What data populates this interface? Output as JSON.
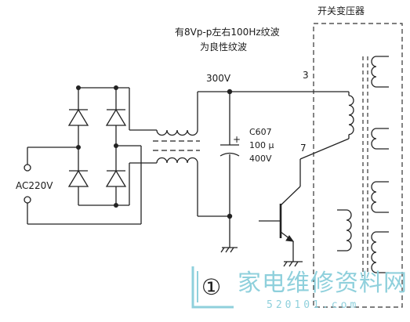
{
  "diagram": {
    "transformer_title": "开关变压器",
    "ripple_note_line1": "有8Vp-p左右100Hz纹波",
    "ripple_note_line2": "为良性纹波",
    "voltage_300v": "300V",
    "pin_3": "3",
    "pin_7": "7",
    "cap_ref": "C607",
    "cap_value": "100 µ",
    "cap_voltage": "400V",
    "cap_plus": "+",
    "ac_input": "AC220V",
    "figure_number": "①"
  },
  "watermark": {
    "text_cn": "家电维修资料网",
    "text_url": "520101.com",
    "color": "#8fd0dc"
  }
}
